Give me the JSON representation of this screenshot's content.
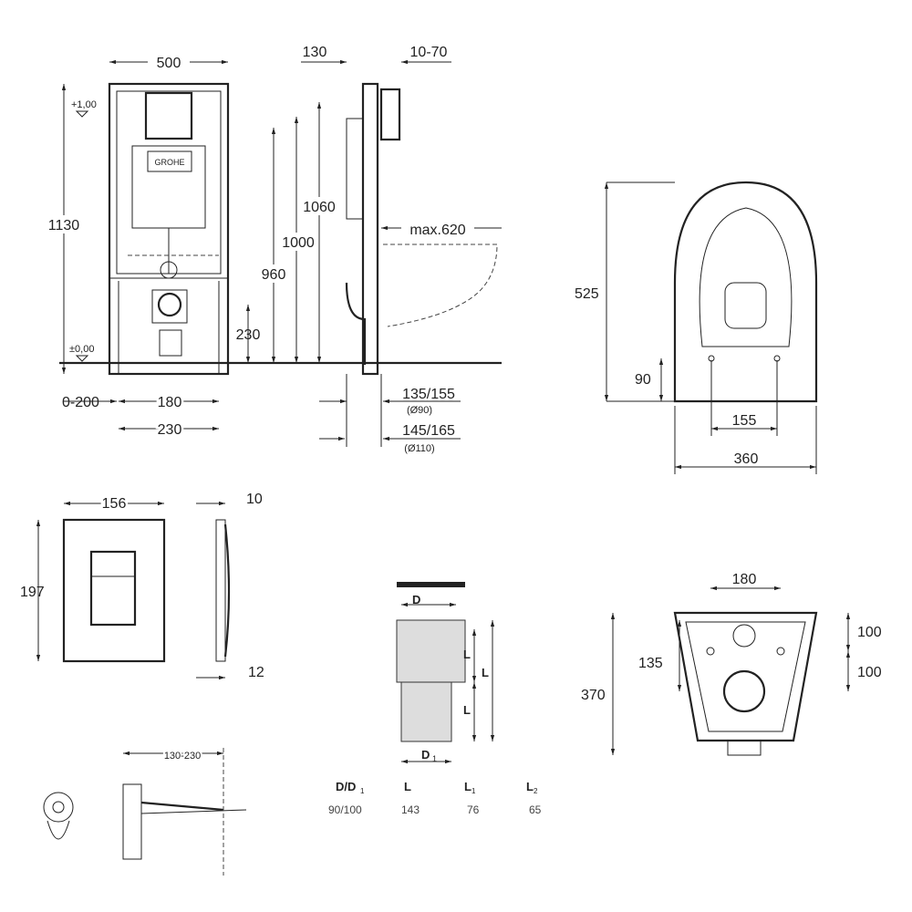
{
  "frame_front": {
    "width": "500",
    "height": "1130",
    "level_top": "+1,00",
    "level_zero": "±0,00",
    "h1060": "1060",
    "h1000": "1000",
    "h960": "960",
    "h230": "230",
    "w180": "180",
    "w230": "230",
    "offset": "0-200",
    "logo": "GROHE"
  },
  "frame_side": {
    "depth": "130",
    "adjust": "10-70",
    "projection": "max.620",
    "d1": "135/155",
    "d1_note": "(Ø90)",
    "d2": "145/165",
    "d2_note": "(Ø110)"
  },
  "bowl_top": {
    "length": "525",
    "hole_offset": "90",
    "hole_spacing": "155",
    "width": "360"
  },
  "bowl_back": {
    "width": "180",
    "h100a": "100",
    "h100b": "100",
    "h135": "135",
    "height": "370"
  },
  "plate": {
    "width": "156",
    "height": "197",
    "thickness": "10",
    "depth": "12"
  },
  "actuator": {
    "range": "130-230"
  },
  "pipe": {
    "label_D": "D",
    "label_D1": "D",
    "label_L": "L",
    "label_L1": "L",
    "label_L2": "L",
    "table": {
      "headers": [
        "D/D",
        "L",
        "L",
        "L"
      ],
      "header_subs": [
        "1",
        "",
        "1",
        "2"
      ],
      "values": [
        "90/100",
        "143",
        "76",
        "65"
      ]
    }
  }
}
